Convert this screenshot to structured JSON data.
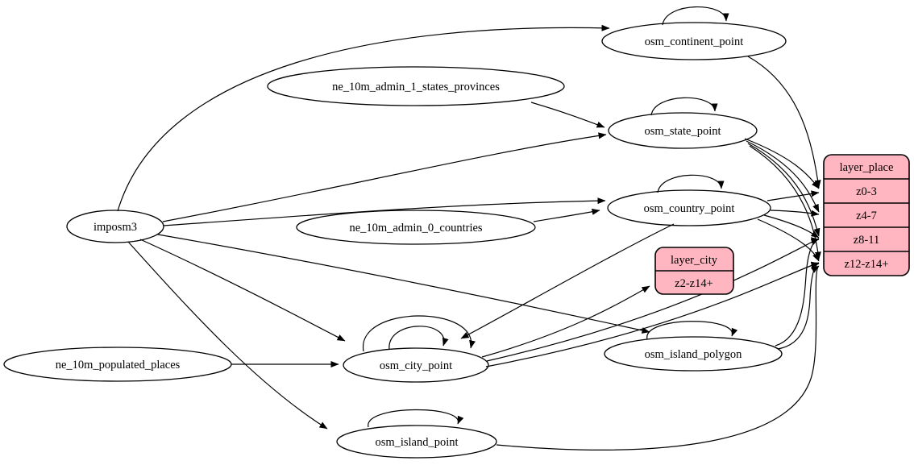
{
  "diagram": {
    "kind": "etl-graph",
    "colors": {
      "background": "#ffffff",
      "node_fill": "#ffffff",
      "stroke": "#000000",
      "layer_fill": "#ffb6c1"
    },
    "nodes": {
      "imposm3": {
        "label": "imposm3",
        "shape": "ellipse"
      },
      "ne_10m_admin_1_states_provinces": {
        "label": "ne_10m_admin_1_states_provinces",
        "shape": "ellipse"
      },
      "ne_10m_admin_0_countries": {
        "label": "ne_10m_admin_0_countries",
        "shape": "ellipse"
      },
      "ne_10m_populated_places": {
        "label": "ne_10m_populated_places",
        "shape": "ellipse"
      },
      "osm_continent_point": {
        "label": "osm_continent_point",
        "shape": "ellipse"
      },
      "osm_state_point": {
        "label": "osm_state_point",
        "shape": "ellipse"
      },
      "osm_country_point": {
        "label": "osm_country_point",
        "shape": "ellipse"
      },
      "osm_city_point": {
        "label": "osm_city_point",
        "shape": "ellipse"
      },
      "osm_island_polygon": {
        "label": "osm_island_polygon",
        "shape": "ellipse"
      },
      "osm_island_point": {
        "label": "osm_island_point",
        "shape": "ellipse"
      },
      "layer_city": {
        "label": "layer_city",
        "shape": "record",
        "fill": "#ffb6c1",
        "ports": [
          "z2-z14+"
        ]
      },
      "layer_place": {
        "label": "layer_place",
        "shape": "record",
        "fill": "#ffb6c1",
        "ports": [
          "z0-3",
          "z4-7",
          "z8-11",
          "z12-z14+"
        ]
      }
    },
    "edges": [
      {
        "from": "imposm3",
        "to": "osm_continent_point"
      },
      {
        "from": "imposm3",
        "to": "osm_state_point"
      },
      {
        "from": "imposm3",
        "to": "osm_country_point"
      },
      {
        "from": "imposm3",
        "to": "osm_city_point"
      },
      {
        "from": "imposm3",
        "to": "osm_island_polygon"
      },
      {
        "from": "imposm3",
        "to": "osm_island_point"
      },
      {
        "from": "ne_10m_admin_1_states_provinces",
        "to": "osm_state_point"
      },
      {
        "from": "ne_10m_admin_0_countries",
        "to": "osm_country_point"
      },
      {
        "from": "ne_10m_populated_places",
        "to": "osm_city_point"
      },
      {
        "from": "osm_continent_point",
        "to": "osm_continent_point",
        "self_loop": true
      },
      {
        "from": "osm_state_point",
        "to": "osm_state_point",
        "self_loop": true
      },
      {
        "from": "osm_country_point",
        "to": "osm_country_point",
        "self_loop": true
      },
      {
        "from": "osm_city_point",
        "to": "osm_city_point",
        "self_loop": true
      },
      {
        "from": "osm_city_point",
        "to": "osm_city_point",
        "self_loop": true
      },
      {
        "from": "osm_island_polygon",
        "to": "osm_island_polygon",
        "self_loop": true
      },
      {
        "from": "osm_island_point",
        "to": "osm_island_point",
        "self_loop": true
      },
      {
        "from": "osm_continent_point",
        "to": "layer_place",
        "to_port": "z0-3"
      },
      {
        "from": "osm_state_point",
        "to": "layer_place",
        "to_port": "z0-3"
      },
      {
        "from": "osm_state_point",
        "to": "layer_place",
        "to_port": "z4-7"
      },
      {
        "from": "osm_state_point",
        "to": "layer_place",
        "to_port": "z8-11"
      },
      {
        "from": "osm_state_point",
        "to": "layer_place",
        "to_port": "z12-z14+"
      },
      {
        "from": "osm_country_point",
        "to": "layer_place",
        "to_port": "z0-3"
      },
      {
        "from": "osm_country_point",
        "to": "layer_place",
        "to_port": "z4-7"
      },
      {
        "from": "osm_country_point",
        "to": "layer_place",
        "to_port": "z8-11"
      },
      {
        "from": "osm_country_point",
        "to": "layer_place",
        "to_port": "z12-z14+"
      },
      {
        "from": "osm_country_point",
        "to": "osm_city_point"
      },
      {
        "from": "osm_city_point",
        "to": "layer_city",
        "to_port": "z2-z14+"
      },
      {
        "from": "osm_city_point",
        "to": "layer_place",
        "to_port": "z8-11"
      },
      {
        "from": "osm_city_point",
        "to": "layer_place",
        "to_port": "z12-z14+"
      },
      {
        "from": "osm_island_polygon",
        "to": "layer_place",
        "to_port": "z8-11"
      },
      {
        "from": "osm_island_polygon",
        "to": "layer_place",
        "to_port": "z12-z14+"
      },
      {
        "from": "osm_island_point",
        "to": "layer_place",
        "to_port": "z12-z14+"
      }
    ]
  }
}
